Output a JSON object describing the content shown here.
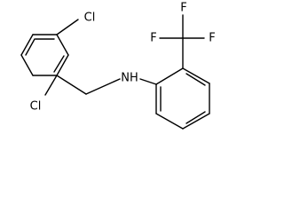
{
  "molecule": {
    "atoms": {
      "cl_top": "Cl",
      "cl_bottom": "Cl",
      "nh": "NH",
      "f_1": "F",
      "f_2": "F",
      "f_3": "F"
    }
  }
}
